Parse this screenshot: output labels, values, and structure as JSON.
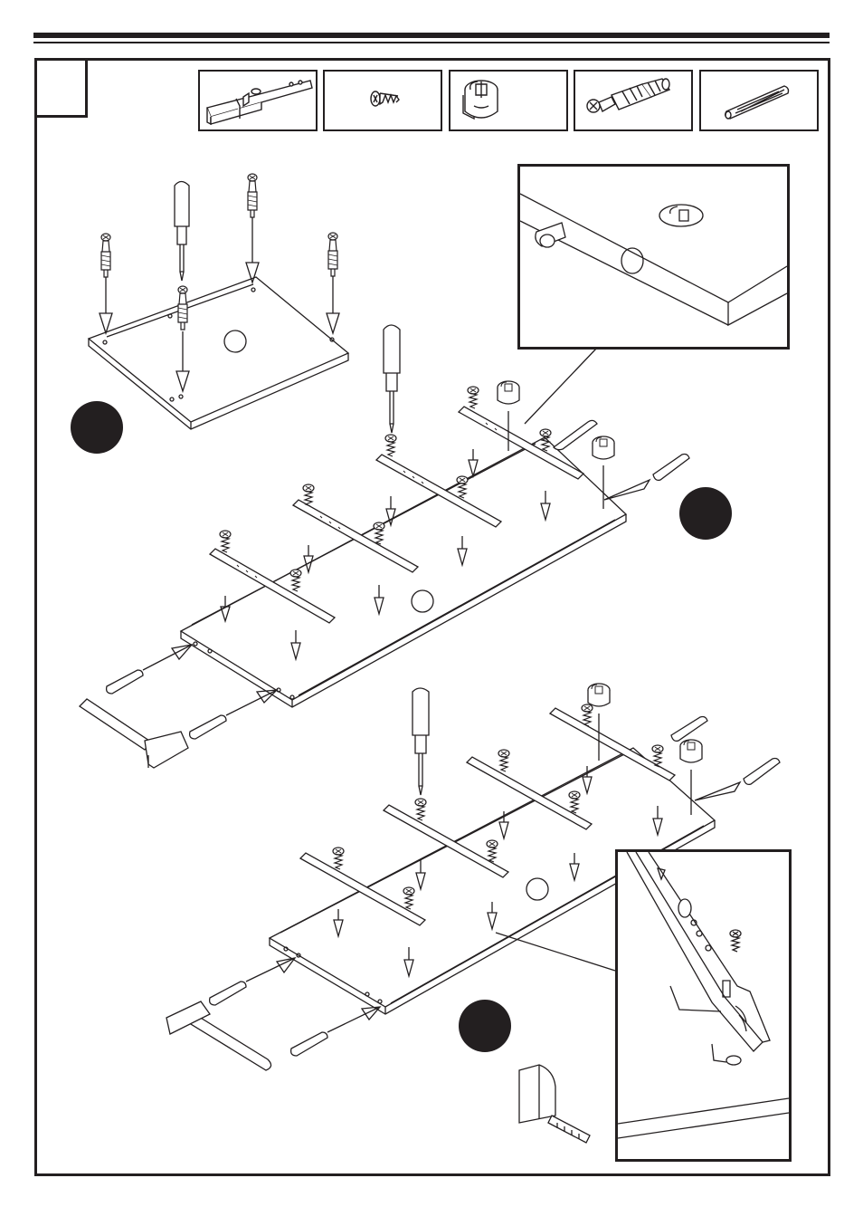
{
  "page": {
    "step_label": ""
  },
  "parts": [
    {
      "name": "drawer-runner-rail",
      "icon": "runner-rail-icon"
    },
    {
      "name": "screw",
      "icon": "screw-icon"
    },
    {
      "name": "cam-lock",
      "icon": "cam-lock-icon"
    },
    {
      "name": "cam-bolt",
      "icon": "cam-bolt-icon"
    },
    {
      "name": "wooden-dowel",
      "icon": "dowel-icon"
    }
  ],
  "tools": [
    "screwdriver-icon",
    "hammer-icon",
    "tape-measure-icon"
  ],
  "badges": [
    "",
    "",
    ""
  ],
  "colors": {
    "ink": "#231f20",
    "paper": "#ffffff"
  }
}
